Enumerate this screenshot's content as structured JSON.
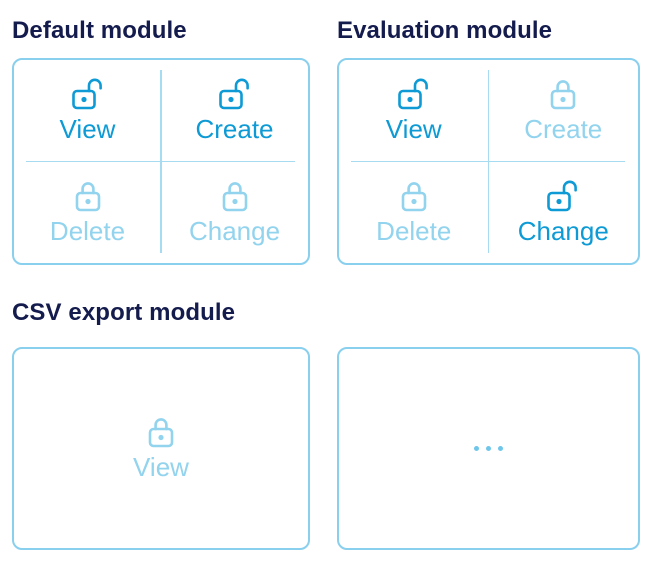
{
  "colors": {
    "title_text": "#141b4d",
    "permission_granted": "#0d9ad5",
    "permission_denied": "#92d3ee",
    "card_border": "#89cfee",
    "card_divider": "#a6dbf2",
    "ellipsis": "#70c6e9",
    "background": "#ffffff"
  },
  "modules": [
    {
      "title": "Default module",
      "permissions": [
        {
          "label": "View",
          "lock": "unlocked",
          "granted": true
        },
        {
          "label": "Create",
          "lock": "unlocked",
          "granted": true
        },
        {
          "label": "Delete",
          "lock": "locked",
          "granted": false
        },
        {
          "label": "Change",
          "lock": "locked",
          "granted": false
        }
      ]
    },
    {
      "title": "Evaluation module",
      "permissions": [
        {
          "label": "View",
          "lock": "unlocked",
          "granted": true
        },
        {
          "label": "Create",
          "lock": "locked",
          "granted": false
        },
        {
          "label": "Delete",
          "lock": "locked",
          "granted": false
        },
        {
          "label": "Change",
          "lock": "unlocked",
          "granted": true
        }
      ]
    },
    {
      "title": "CSV export module",
      "permissions": [
        {
          "label": "View",
          "lock": "locked",
          "granted": false
        }
      ]
    },
    {
      "title": "",
      "placeholder_ellipsis": "...",
      "permissions": []
    }
  ]
}
